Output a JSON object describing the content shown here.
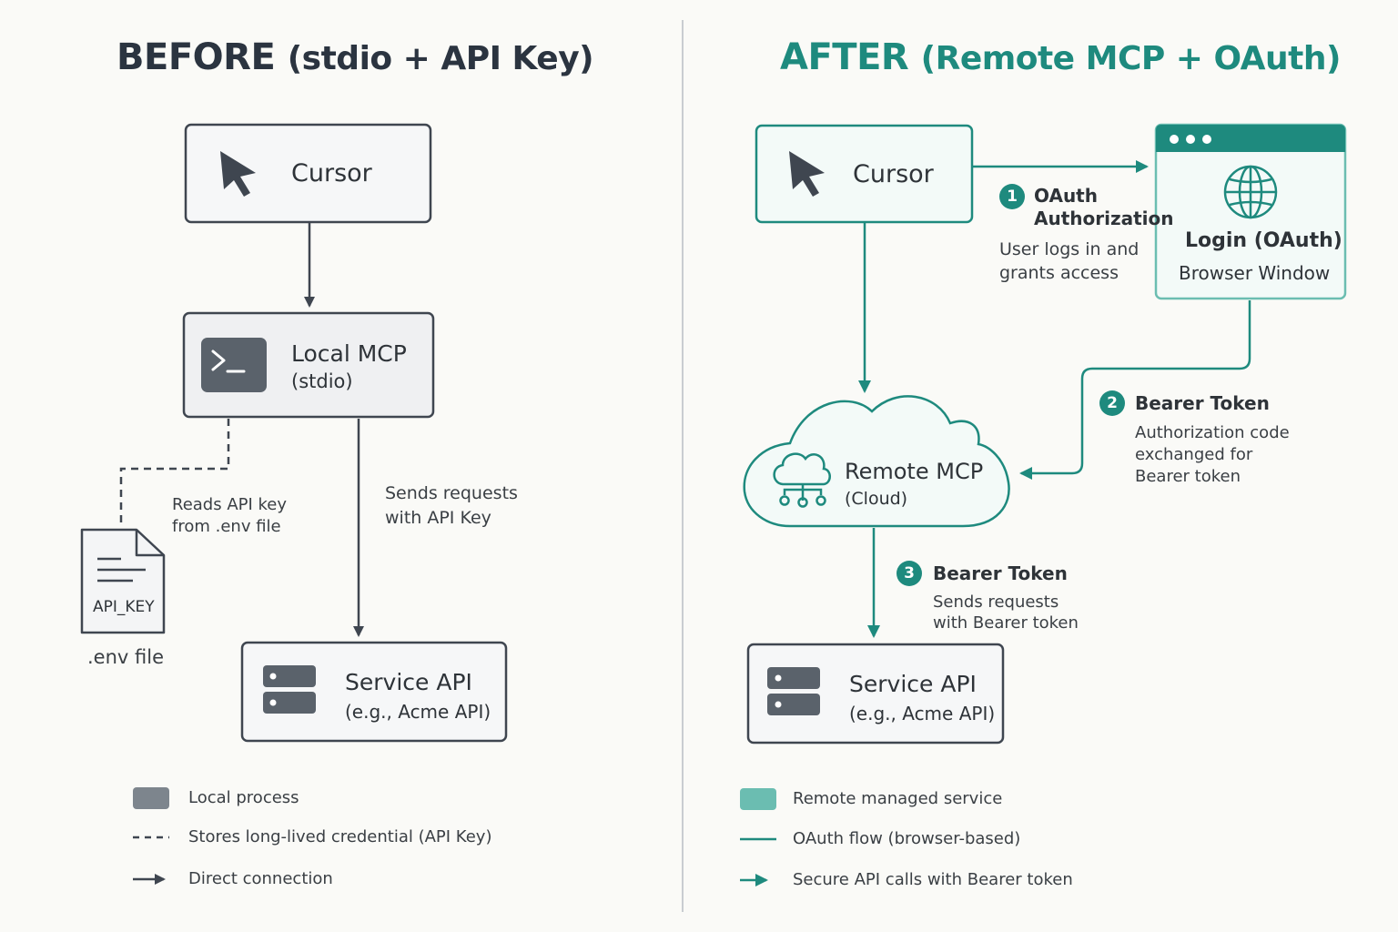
{
  "before": {
    "title": "BEFORE",
    "title_paren": "(stdio + API Key)",
    "cursor": {
      "label": "Cursor"
    },
    "local_mcp": {
      "label": "Local MCP",
      "sub": "(stdio)"
    },
    "env_note": [
      "Reads API key",
      "from .env file"
    ],
    "env_file": {
      "key_label": "API_KEY",
      "caption": ".env file"
    },
    "send_note": [
      "Sends requests",
      "with API Key"
    ],
    "service": {
      "label": "Service API",
      "sub": "(e.g., Acme API)"
    },
    "legend": [
      {
        "icon": "gray-box",
        "label": "Local process"
      },
      {
        "icon": "dashed-line",
        "label": "Stores long-lived credential (API Key)"
      },
      {
        "icon": "arrow",
        "label": "Direct connection"
      }
    ]
  },
  "after": {
    "title": "AFTER",
    "title_paren": "(Remote MCP + OAuth)",
    "cursor": {
      "label": "Cursor"
    },
    "browser": {
      "label": "Login (OAuth)",
      "sub": "Browser Window"
    },
    "step1": {
      "num": "1",
      "title": [
        "OAuth",
        "Authorization"
      ],
      "desc": [
        "User logs in and",
        "grants access"
      ]
    },
    "step2": {
      "num": "2",
      "title": "Bearer Token",
      "desc": [
        "Authorization code",
        "exchanged for",
        "Bearer token"
      ]
    },
    "remote_mcp": {
      "label": "Remote MCP",
      "sub": "(Cloud)"
    },
    "step3": {
      "num": "3",
      "title": "Bearer Token",
      "desc": [
        "Sends requests",
        "with Bearer token"
      ]
    },
    "service": {
      "label": "Service API",
      "sub": "(e.g., Acme API)"
    },
    "legend": [
      {
        "icon": "teal-box",
        "label": "Remote managed service"
      },
      {
        "icon": "teal-line",
        "label": "OAuth flow (browser-based)"
      },
      {
        "icon": "teal-arrow",
        "label": "Secure API calls with Bearer token"
      }
    ]
  },
  "colors": {
    "dark": "#3f4650",
    "teal": "#1e8a7e",
    "gray_fill": "#eff0f2",
    "teal_fill": "#f3faf8",
    "legend_gray": "#7d858d",
    "legend_teal": "#6bbdb1"
  }
}
